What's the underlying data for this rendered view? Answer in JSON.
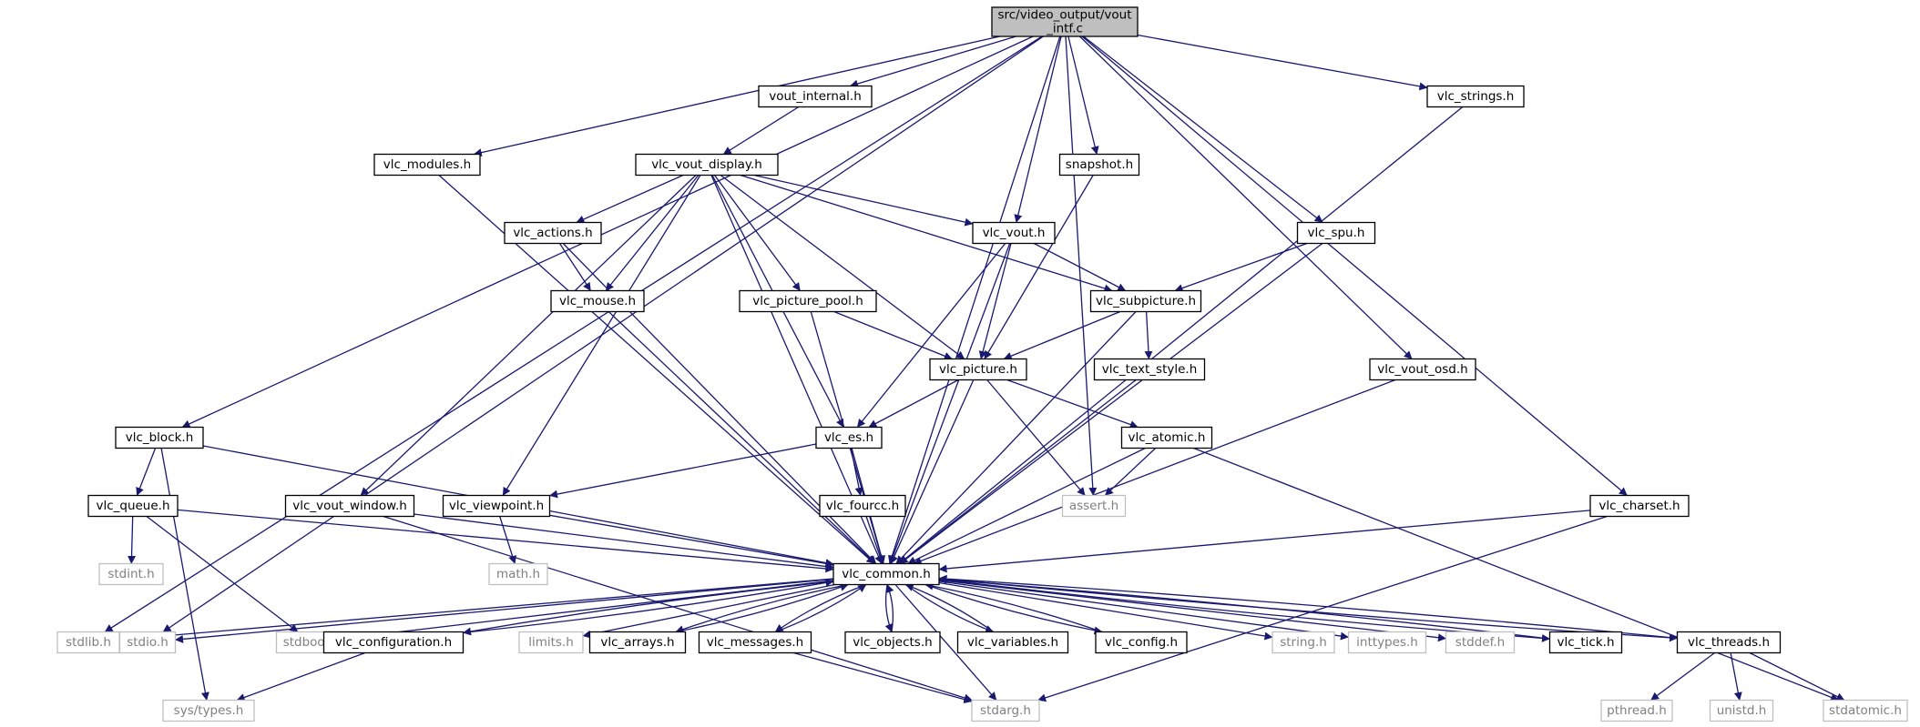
{
  "diagram": {
    "type": "include-dependency-graph",
    "colors": {
      "edge": "#191970",
      "root_fill": "#bfbfbf",
      "node_border": "#000000",
      "system_header_border": "#bfbfbf",
      "system_header_text": "#808080",
      "text": "#000000"
    },
    "nodes": [
      {
        "id": "vout_intf_c",
        "lines": [
          "src/video_output/vout",
          "_intf.c"
        ],
        "kind": "root"
      },
      {
        "id": "vout_internal_h",
        "lines": [
          "vout_internal.h"
        ],
        "kind": "local"
      },
      {
        "id": "vlc_strings_h",
        "lines": [
          "vlc_strings.h"
        ],
        "kind": "local"
      },
      {
        "id": "vlc_modules_h",
        "lines": [
          "vlc_modules.h"
        ],
        "kind": "local"
      },
      {
        "id": "vlc_vout_display_h",
        "lines": [
          "vlc_vout_display.h"
        ],
        "kind": "local"
      },
      {
        "id": "snapshot_h",
        "lines": [
          "snapshot.h"
        ],
        "kind": "local"
      },
      {
        "id": "vlc_actions_h",
        "lines": [
          "vlc_actions.h"
        ],
        "kind": "local"
      },
      {
        "id": "vlc_vout_h",
        "lines": [
          "vlc_vout.h"
        ],
        "kind": "local"
      },
      {
        "id": "vlc_spu_h",
        "lines": [
          "vlc_spu.h"
        ],
        "kind": "local"
      },
      {
        "id": "vlc_mouse_h",
        "lines": [
          "vlc_mouse.h"
        ],
        "kind": "local"
      },
      {
        "id": "vlc_picture_pool_h",
        "lines": [
          "vlc_picture_pool.h"
        ],
        "kind": "local"
      },
      {
        "id": "vlc_subpicture_h",
        "lines": [
          "vlc_subpicture.h"
        ],
        "kind": "local"
      },
      {
        "id": "vlc_picture_h",
        "lines": [
          "vlc_picture.h"
        ],
        "kind": "local"
      },
      {
        "id": "vlc_text_style_h",
        "lines": [
          "vlc_text_style.h"
        ],
        "kind": "local"
      },
      {
        "id": "vlc_vout_osd_h",
        "lines": [
          "vlc_vout_osd.h"
        ],
        "kind": "local"
      },
      {
        "id": "vlc_block_h",
        "lines": [
          "vlc_block.h"
        ],
        "kind": "local"
      },
      {
        "id": "vlc_es_h",
        "lines": [
          "vlc_es.h"
        ],
        "kind": "local"
      },
      {
        "id": "vlc_atomic_h",
        "lines": [
          "vlc_atomic.h"
        ],
        "kind": "local"
      },
      {
        "id": "vlc_queue_h",
        "lines": [
          "vlc_queue.h"
        ],
        "kind": "local"
      },
      {
        "id": "vlc_vout_window_h",
        "lines": [
          "vlc_vout_window.h"
        ],
        "kind": "local"
      },
      {
        "id": "vlc_viewpoint_h",
        "lines": [
          "vlc_viewpoint.h"
        ],
        "kind": "local"
      },
      {
        "id": "vlc_fourcc_h",
        "lines": [
          "vlc_fourcc.h"
        ],
        "kind": "local"
      },
      {
        "id": "assert_h",
        "lines": [
          "assert.h"
        ],
        "kind": "system"
      },
      {
        "id": "vlc_charset_h",
        "lines": [
          "vlc_charset.h"
        ],
        "kind": "local"
      },
      {
        "id": "stdint_h",
        "lines": [
          "stdint.h"
        ],
        "kind": "system"
      },
      {
        "id": "math_h",
        "lines": [
          "math.h"
        ],
        "kind": "system"
      },
      {
        "id": "vlc_common_h",
        "lines": [
          "vlc_common.h"
        ],
        "kind": "local"
      },
      {
        "id": "stdlib_h",
        "lines": [
          "stdlib.h"
        ],
        "kind": "system"
      },
      {
        "id": "stdio_h",
        "lines": [
          "stdio.h"
        ],
        "kind": "system"
      },
      {
        "id": "stdbool_h",
        "lines": [
          "stdbool.h"
        ],
        "kind": "system"
      },
      {
        "id": "vlc_configuration_h",
        "lines": [
          "vlc_configuration.h"
        ],
        "kind": "local"
      },
      {
        "id": "limits_h",
        "lines": [
          "limits.h"
        ],
        "kind": "system"
      },
      {
        "id": "vlc_arrays_h",
        "lines": [
          "vlc_arrays.h"
        ],
        "kind": "local"
      },
      {
        "id": "vlc_messages_h",
        "lines": [
          "vlc_messages.h"
        ],
        "kind": "local"
      },
      {
        "id": "vlc_objects_h",
        "lines": [
          "vlc_objects.h"
        ],
        "kind": "local"
      },
      {
        "id": "vlc_variables_h",
        "lines": [
          "vlc_variables.h"
        ],
        "kind": "local"
      },
      {
        "id": "vlc_config_h",
        "lines": [
          "vlc_config.h"
        ],
        "kind": "local"
      },
      {
        "id": "string_h",
        "lines": [
          "string.h"
        ],
        "kind": "system"
      },
      {
        "id": "inttypes_h",
        "lines": [
          "inttypes.h"
        ],
        "kind": "system"
      },
      {
        "id": "stddef_h",
        "lines": [
          "stddef.h"
        ],
        "kind": "system"
      },
      {
        "id": "vlc_tick_h",
        "lines": [
          "vlc_tick.h"
        ],
        "kind": "local"
      },
      {
        "id": "vlc_threads_h",
        "lines": [
          "vlc_threads.h"
        ],
        "kind": "local"
      },
      {
        "id": "sys_types_h",
        "lines": [
          "sys/types.h"
        ],
        "kind": "system"
      },
      {
        "id": "stdarg_h",
        "lines": [
          "stdarg.h"
        ],
        "kind": "system"
      },
      {
        "id": "pthread_h",
        "lines": [
          "pthread.h"
        ],
        "kind": "system"
      },
      {
        "id": "unistd_h",
        "lines": [
          "unistd.h"
        ],
        "kind": "system"
      },
      {
        "id": "stdatomic_h",
        "lines": [
          "stdatomic.h"
        ],
        "kind": "system"
      }
    ],
    "edges": [
      [
        "vout_intf_c",
        "vout_internal_h"
      ],
      [
        "vout_intf_c",
        "vlc_strings_h"
      ],
      [
        "vout_intf_c",
        "vlc_modules_h"
      ],
      [
        "vout_intf_c",
        "snapshot_h"
      ],
      [
        "vout_intf_c",
        "vlc_vout_h"
      ],
      [
        "vout_intf_c",
        "vlc_spu_h"
      ],
      [
        "vout_intf_c",
        "vlc_vout_osd_h"
      ],
      [
        "vout_intf_c",
        "vlc_block_h"
      ],
      [
        "vout_intf_c",
        "assert_h"
      ],
      [
        "vout_intf_c",
        "vlc_charset_h"
      ],
      [
        "vout_intf_c",
        "vlc_common_h"
      ],
      [
        "vout_intf_c",
        "stdlib_h"
      ],
      [
        "vout_intf_c",
        "stdio_h"
      ],
      [
        "vout_internal_h",
        "vlc_vout_display_h"
      ],
      [
        "vlc_modules_h",
        "vlc_common_h"
      ],
      [
        "vlc_strings_h",
        "vlc_common_h"
      ],
      [
        "snapshot_h",
        "vlc_picture_h"
      ],
      [
        "vlc_vout_display_h",
        "vlc_actions_h"
      ],
      [
        "vlc_vout_display_h",
        "vlc_vout_h"
      ],
      [
        "vlc_vout_display_h",
        "vlc_mouse_h"
      ],
      [
        "vlc_vout_display_h",
        "vlc_picture_pool_h"
      ],
      [
        "vlc_vout_display_h",
        "vlc_subpicture_h"
      ],
      [
        "vlc_vout_display_h",
        "vlc_picture_h"
      ],
      [
        "vlc_vout_display_h",
        "vlc_es_h"
      ],
      [
        "vlc_vout_display_h",
        "vlc_vout_window_h"
      ],
      [
        "vlc_vout_display_h",
        "vlc_viewpoint_h"
      ],
      [
        "vlc_vout_display_h",
        "vlc_common_h"
      ],
      [
        "vlc_actions_h",
        "vlc_mouse_h"
      ],
      [
        "vlc_actions_h",
        "vlc_common_h"
      ],
      [
        "vlc_vout_h",
        "vlc_subpicture_h"
      ],
      [
        "vlc_vout_h",
        "vlc_picture_h"
      ],
      [
        "vlc_vout_h",
        "vlc_es_h"
      ],
      [
        "vlc_vout_h",
        "vlc_common_h"
      ],
      [
        "vlc_spu_h",
        "vlc_subpicture_h"
      ],
      [
        "vlc_spu_h",
        "vlc_common_h"
      ],
      [
        "vlc_mouse_h",
        "vlc_common_h"
      ],
      [
        "vlc_picture_pool_h",
        "vlc_picture_h"
      ],
      [
        "vlc_picture_pool_h",
        "vlc_common_h"
      ],
      [
        "vlc_subpicture_h",
        "vlc_picture_h"
      ],
      [
        "vlc_subpicture_h",
        "vlc_text_style_h"
      ],
      [
        "vlc_subpicture_h",
        "vlc_common_h"
      ],
      [
        "vlc_picture_h",
        "vlc_es_h"
      ],
      [
        "vlc_picture_h",
        "vlc_atomic_h"
      ],
      [
        "vlc_picture_h",
        "assert_h"
      ],
      [
        "vlc_picture_h",
        "vlc_common_h"
      ],
      [
        "vlc_text_style_h",
        "vlc_common_h"
      ],
      [
        "vlc_vout_osd_h",
        "vlc_common_h"
      ],
      [
        "vlc_block_h",
        "vlc_queue_h"
      ],
      [
        "vlc_block_h",
        "sys_types_h"
      ],
      [
        "vlc_block_h",
        "vlc_common_h"
      ],
      [
        "vlc_es_h",
        "vlc_viewpoint_h"
      ],
      [
        "vlc_es_h",
        "vlc_fourcc_h"
      ],
      [
        "vlc_es_h",
        "vlc_common_h"
      ],
      [
        "vlc_atomic_h",
        "assert_h"
      ],
      [
        "vlc_atomic_h",
        "vlc_common_h"
      ],
      [
        "vlc_atomic_h",
        "stdatomic_h"
      ],
      [
        "vlc_queue_h",
        "stdint_h"
      ],
      [
        "vlc_queue_h",
        "stdbool_h"
      ],
      [
        "vlc_queue_h",
        "vlc_common_h"
      ],
      [
        "vlc_vout_window_h",
        "stdarg_h"
      ],
      [
        "vlc_vout_window_h",
        "vlc_common_h"
      ],
      [
        "vlc_viewpoint_h",
        "math_h"
      ],
      [
        "vlc_viewpoint_h",
        "vlc_common_h"
      ],
      [
        "vlc_fourcc_h",
        "vlc_common_h"
      ],
      [
        "vlc_charset_h",
        "vlc_common_h"
      ],
      [
        "vlc_charset_h",
        "stdarg_h"
      ],
      [
        "vlc_common_h",
        "stdlib_h"
      ],
      [
        "vlc_common_h",
        "stdio_h"
      ],
      [
        "vlc_common_h",
        "stdbool_h"
      ],
      [
        "vlc_common_h",
        "vlc_configuration_h"
      ],
      [
        "vlc_common_h",
        "limits_h"
      ],
      [
        "vlc_common_h",
        "vlc_arrays_h"
      ],
      [
        "vlc_common_h",
        "vlc_messages_h"
      ],
      [
        "vlc_common_h",
        "vlc_objects_h"
      ],
      [
        "vlc_common_h",
        "vlc_variables_h"
      ],
      [
        "vlc_common_h",
        "vlc_config_h"
      ],
      [
        "vlc_common_h",
        "string_h"
      ],
      [
        "vlc_common_h",
        "inttypes_h"
      ],
      [
        "vlc_common_h",
        "stddef_h"
      ],
      [
        "vlc_common_h",
        "vlc_tick_h"
      ],
      [
        "vlc_common_h",
        "vlc_threads_h"
      ],
      [
        "vlc_common_h",
        "stdarg_h"
      ],
      [
        "vlc_configuration_h",
        "vlc_common_h"
      ],
      [
        "vlc_configuration_h",
        "sys_types_h"
      ],
      [
        "vlc_arrays_h",
        "vlc_common_h"
      ],
      [
        "vlc_messages_h",
        "vlc_common_h"
      ],
      [
        "vlc_messages_h",
        "stdarg_h"
      ],
      [
        "vlc_objects_h",
        "vlc_common_h"
      ],
      [
        "vlc_variables_h",
        "vlc_common_h"
      ],
      [
        "vlc_config_h",
        "vlc_common_h"
      ],
      [
        "vlc_tick_h",
        "vlc_common_h"
      ],
      [
        "vlc_threads_h",
        "vlc_common_h"
      ],
      [
        "vlc_threads_h",
        "pthread_h"
      ],
      [
        "vlc_threads_h",
        "unistd_h"
      ],
      [
        "vlc_threads_h",
        "stdatomic_h"
      ]
    ]
  }
}
